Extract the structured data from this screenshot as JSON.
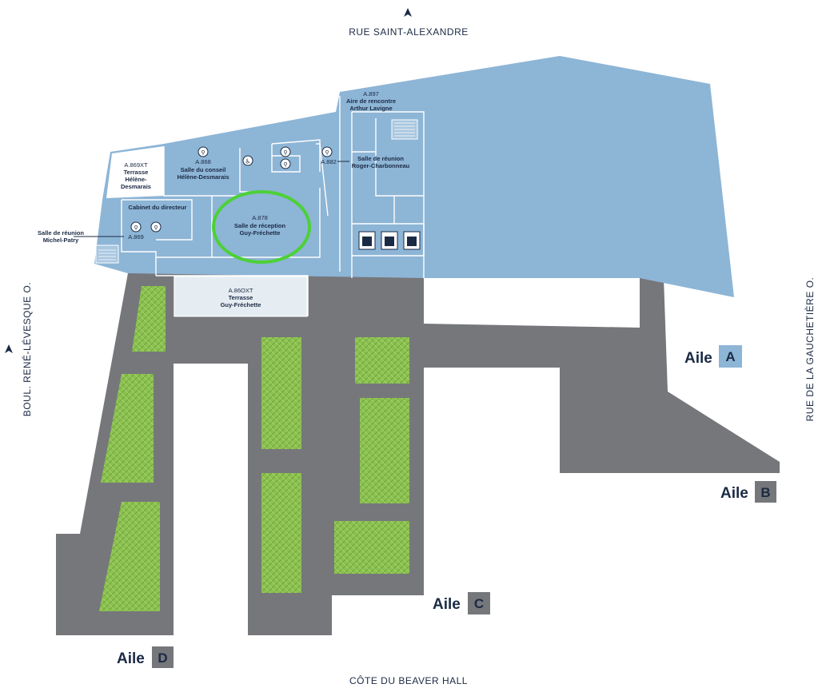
{
  "streets": {
    "north": "RUE SAINT-ALEXANDRE",
    "west": "BOUL. RENÉ-LÉVESQUE O.",
    "east": "RUE DE LA GAUCHETIÈRE O.",
    "south": "CÔTE DU BEAVER HALL"
  },
  "rooms": {
    "a897": {
      "code": "A.897",
      "name_1": "Aire de rencontre",
      "name_2": "Arthur Lavigne"
    },
    "a869xt": {
      "code": "A.869XT",
      "name_1": "Terrasse",
      "name_2": "Hélène-",
      "name_3": "Desmarais"
    },
    "a868": {
      "code": "A.868",
      "name_1": "Salle du conseil",
      "name_2": "Hélène-Desmarais"
    },
    "a882": {
      "code": "A.882",
      "name_1": "Salle de réunion",
      "name_2": "Roger-Charbonneau"
    },
    "cabinet": {
      "name": "Cabinet du directeur"
    },
    "a878": {
      "code": "A.878",
      "name_1": "Salle de réception",
      "name_2": "Guy-Fréchette"
    },
    "a869": {
      "code": "A.869",
      "name_1": "Salle de réunion",
      "name_2": "Michel-Patry"
    },
    "a86oxt": {
      "code": "A.86OXT",
      "name_1": "Terrasse",
      "name_2": "Guy-Fréchette"
    }
  },
  "wings": [
    {
      "word": "Aile",
      "letter": "A"
    },
    {
      "word": "Aile",
      "letter": "B"
    },
    {
      "word": "Aile",
      "letter": "C"
    },
    {
      "word": "Aile",
      "letter": "D"
    }
  ],
  "colors": {
    "floor": "#8db5d6",
    "building": "#76777b",
    "green": "#8cc152",
    "highlight": "#4cd137",
    "wing_a_badge": "#8db5d6",
    "wing_badge": "#76777b",
    "text": "#1b2a44"
  },
  "icons": [
    "north-arrow-icon",
    "restroom-icon",
    "accessible-icon",
    "elevator-icon",
    "stairs-icon"
  ]
}
